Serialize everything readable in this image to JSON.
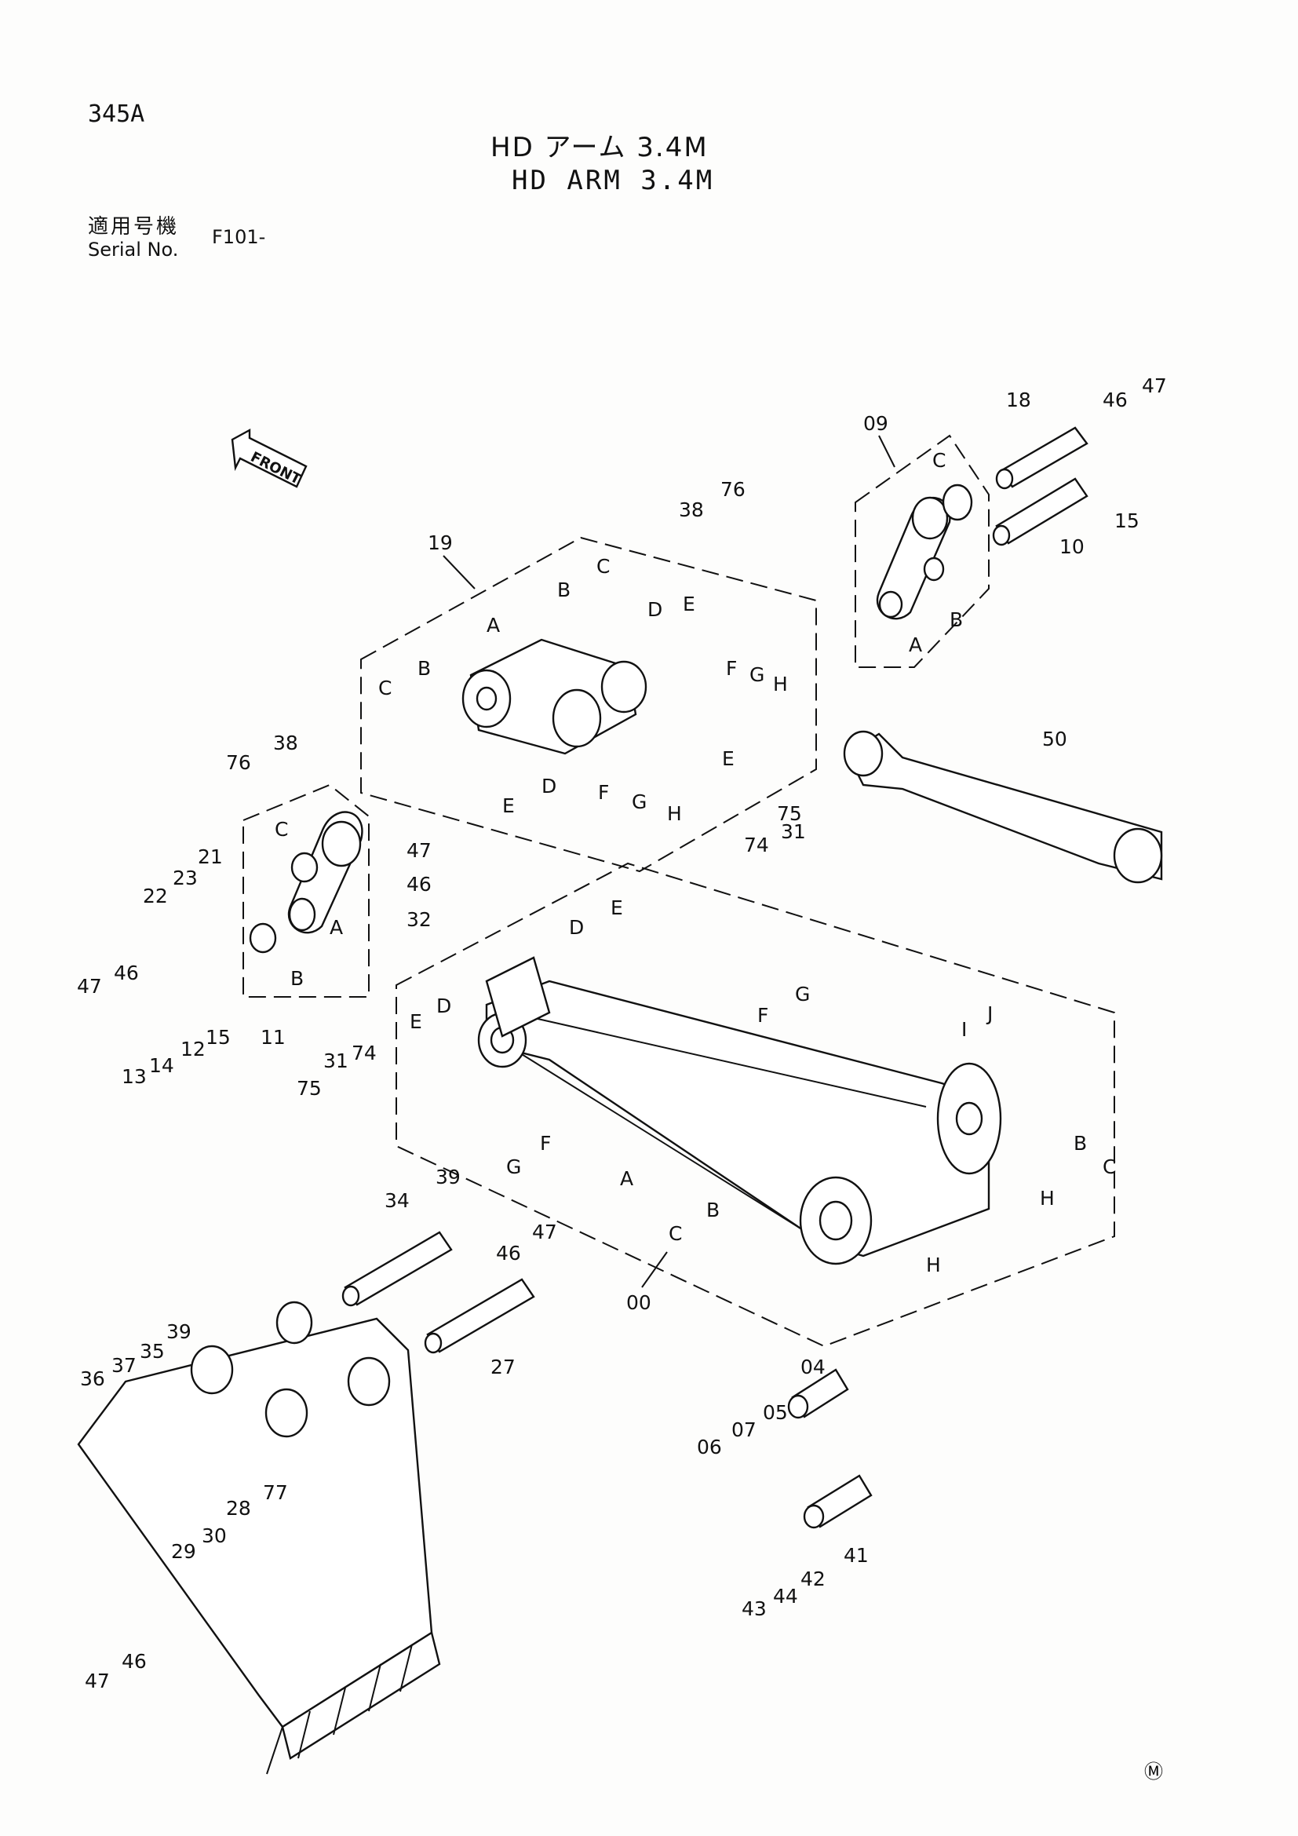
{
  "header": {
    "page_code": "345A",
    "title_jp": "HD アーム 3.4M",
    "title_en": "HD ARM 3.4M",
    "serial_label_jp": "適用号機",
    "serial_label_en": "Serial No.",
    "serial_value": "F101-"
  },
  "front_label": "FRONT",
  "footer_mark": "Ⓜ",
  "part_labels": {
    "p00": "00",
    "p09": "09",
    "p19": "19",
    "p11": "11",
    "p50": "50",
    "p18": "18",
    "p10": "10",
    "p46a": "46",
    "p47a": "47",
    "p15a": "15",
    "p76a": "76",
    "p38a": "38",
    "p76b": "76",
    "p38b": "38",
    "p21": "21",
    "p22": "22",
    "p23": "23",
    "p47b": "47",
    "p46b": "46",
    "p13": "13",
    "p14": "14",
    "p12": "12",
    "p15b": "15",
    "p47c": "47",
    "p46c": "46",
    "p32": "32",
    "p74a": "74",
    "p31a": "31",
    "p75a": "75",
    "p75b": "75",
    "p31b": "31",
    "p74b": "74",
    "p34": "34",
    "p39a": "39",
    "p46d": "46",
    "p47d": "47",
    "p27": "27",
    "p36": "36",
    "p37": "37",
    "p35": "35",
    "p39b": "39",
    "p29": "29",
    "p30": "30",
    "p28": "28",
    "p77": "77",
    "p47e": "47",
    "p46e": "46",
    "p04": "04",
    "p05": "05",
    "p07": "07",
    "p06": "06",
    "p41": "41",
    "p42": "42",
    "p44": "44",
    "p43": "43"
  },
  "sub_labels": {
    "a": "A",
    "b": "B",
    "c": "C",
    "d": "D",
    "e": "E",
    "f": "F",
    "g": "G",
    "h": "H",
    "i": "I",
    "j": "J"
  }
}
